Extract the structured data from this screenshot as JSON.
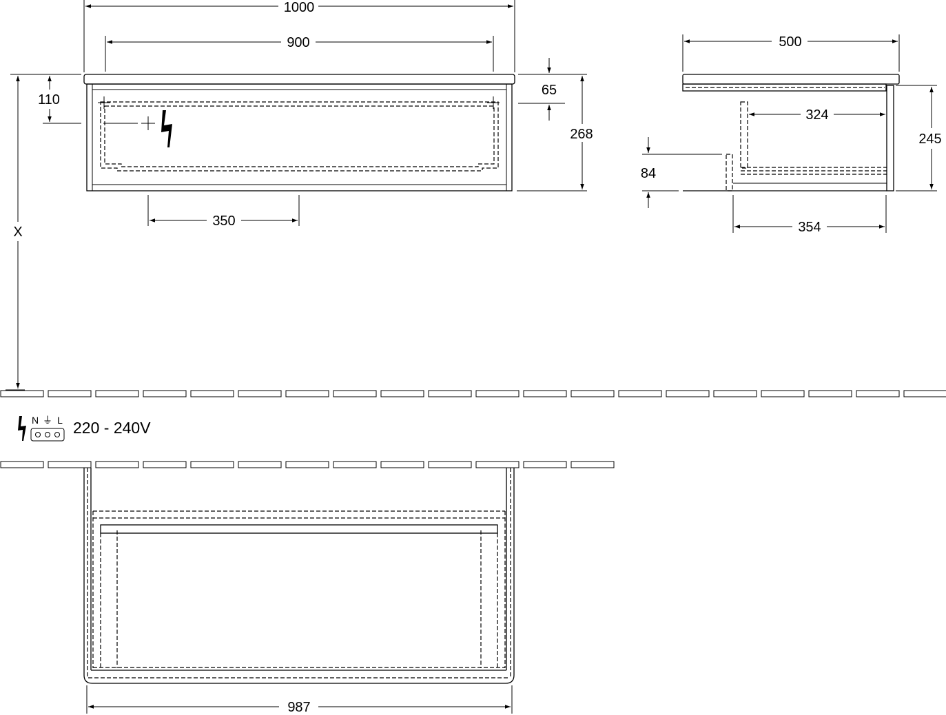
{
  "dimensions": {
    "overall_width": "1000",
    "inner_width": "900",
    "top_offset": "110",
    "top_thickness": "65",
    "height": "268",
    "socket_offset": "350",
    "depth": "500",
    "drawer_depth": "324",
    "side_height": "245",
    "drawer_height": "84",
    "drawer_bottom_depth": "354",
    "bottom_width": "987",
    "floor_height": "X"
  },
  "electrical": {
    "terminals": [
      "N",
      "⏚",
      "L"
    ],
    "voltage": "220 - 240V",
    "icon": "lightning-icon"
  },
  "colors": {
    "ink": "#000000",
    "paper": "#ffffff",
    "tile_fill": "#ffffff"
  }
}
